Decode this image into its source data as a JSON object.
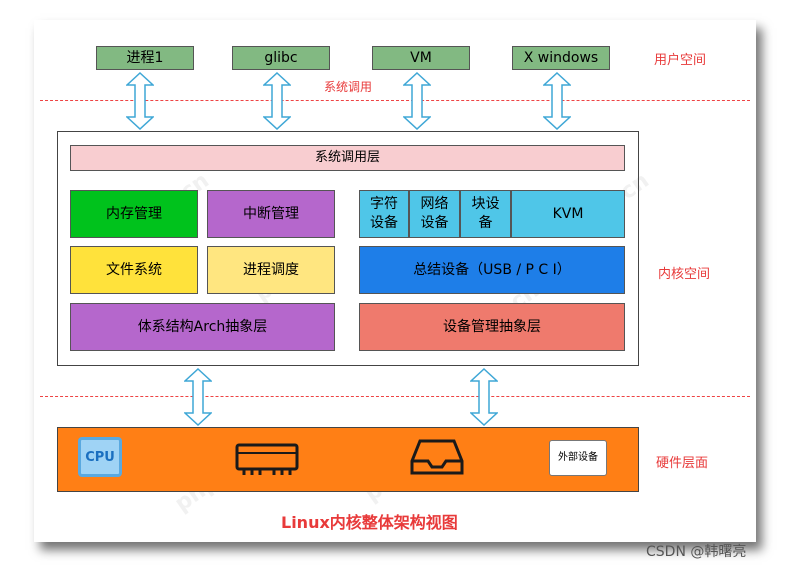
{
  "user_space": {
    "boxes": [
      "进程1",
      "glibc",
      "VM",
      "X windows"
    ],
    "label": "用户空间",
    "syscall_label": "系统调用"
  },
  "kernel": {
    "syscall_layer": "系统调用层",
    "mem": "内存管理",
    "irq": "中断管理",
    "fs": "文件系统",
    "sched": "进程调度",
    "arch": "体系结构Arch抽象层",
    "char_dev": "字符\n设备",
    "net_dev": "网络\n设备",
    "block_dev": "块设\n备",
    "kvm": "KVM",
    "bus": "总结设备（USB / P C I）",
    "dev_mgmt": "设备管理抽象层",
    "label": "内核空间"
  },
  "hardware": {
    "cpu": "CPU",
    "ext_dev": "外部设备",
    "label": "硬件层面"
  },
  "title": "Linux内核整体架构视图",
  "watermarks": [
    "php.cn"
  ],
  "footer": "CSDN @韩曙亮",
  "colors": {
    "user_box": "#82b982",
    "syscall_layer": "#f8cdd0",
    "mem": "#00c21c",
    "purple": "#b567cc",
    "yellow": "#ffe23b",
    "light_yellow": "#ffe680",
    "cyan": "#4fc6e8",
    "blue": "#1e7ee8",
    "salmon": "#ef7a6d",
    "hardware": "#ff7f15",
    "red_label": "#e83a3a"
  }
}
